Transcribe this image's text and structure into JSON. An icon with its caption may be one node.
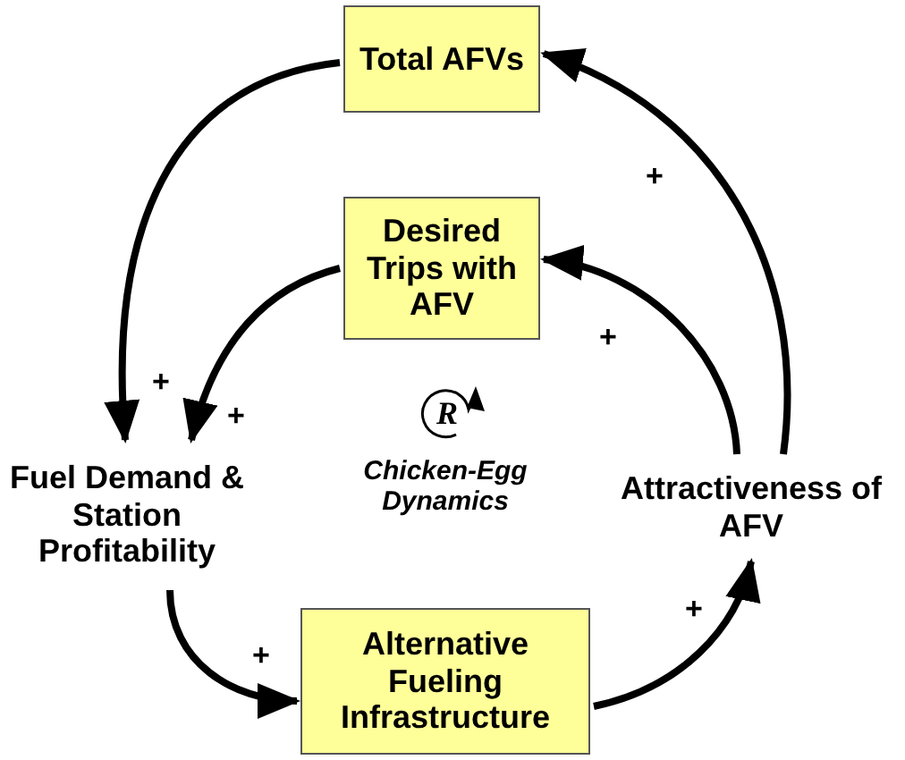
{
  "diagram": {
    "nodes": [
      {
        "text": [
          "Total AFVs"
        ]
      },
      {
        "text": [
          "Desired Trips with AFV"
        ]
      },
      {
        "text": [
          "Fuel Demand & Station Profitability"
        ]
      },
      {
        "text": [
          "Alternative Fueling Infrastructure"
        ]
      },
      {
        "text": [
          "Attractiveness of AFV"
        ]
      }
    ],
    "edges": [
      {
        "from": 0,
        "to": 2,
        "arrow": "to",
        "label": "+"
      },
      {
        "from": 1,
        "to": 2,
        "arrow": "to",
        "label": "+"
      },
      {
        "from": 2,
        "to": 3,
        "arrow": "to",
        "label": "+"
      },
      {
        "from": 3,
        "to": 4,
        "arrow": "to",
        "label": "+"
      },
      {
        "from": 4,
        "to": 0,
        "arrow": "to",
        "label": "+"
      },
      {
        "from": 4,
        "to": 1,
        "arrow": "to",
        "label": "+"
      }
    ],
    "labels": [
      "R",
      "Chicken-Egg Dynamics"
    ]
  }
}
